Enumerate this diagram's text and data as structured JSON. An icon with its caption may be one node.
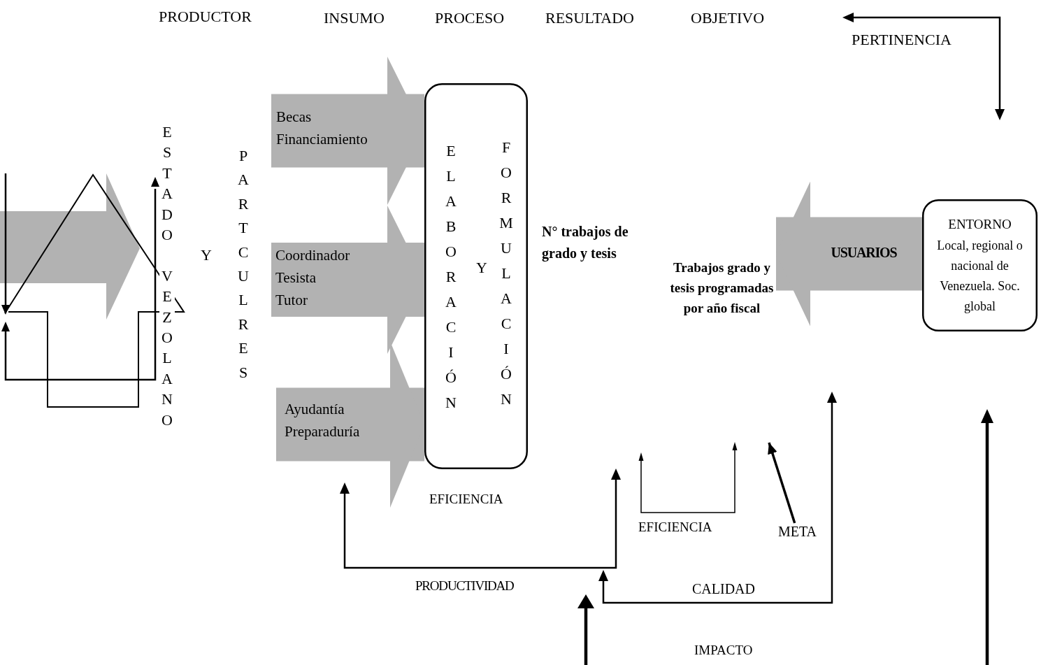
{
  "diagram": {
    "nodes": [
      {
        "text": [
          "ELABORACIÓN",
          "Y",
          "FORMULACIÓN"
        ]
      },
      {
        "text": [
          "ENTORNO",
          "Local, regional o nacional de Venezuela. Soc. global"
        ]
      },
      {
        "text": [
          "Trabajos grado y tesis programadas por año fiscal"
        ]
      },
      {
        "text": [
          "META"
        ]
      }
    ],
    "edges": [
      {
        "from": null,
        "to": 0,
        "arrow": "to",
        "label": "Becas Financiamiento"
      },
      {
        "from": null,
        "to": 0,
        "arrow": "to",
        "label": "Coordinador Tesista Tutor"
      },
      {
        "from": null,
        "to": 0,
        "arrow": "to",
        "label": "Ayudantía Preparaduría"
      },
      {
        "from": 1,
        "to": 2,
        "arrow": "to",
        "label": "USUARIOS"
      },
      {
        "from": 3,
        "to": null,
        "arrow": "to",
        "color": "#000000"
      }
    ],
    "labels": [
      "PRODUCTOR",
      "INSUMO",
      "PROCESO",
      "RESULTADO",
      "OBJETIVO",
      "PERTINENCIA",
      "ESTADO VEZOLANO",
      "Y",
      "PARTCULRES",
      "N° trabajos de grado y tesis",
      "EFICIENCIA",
      "EFICIENCIA",
      "PRODUCTIVIDAD",
      "CALIDAD",
      "IMPACTO"
    ]
  }
}
